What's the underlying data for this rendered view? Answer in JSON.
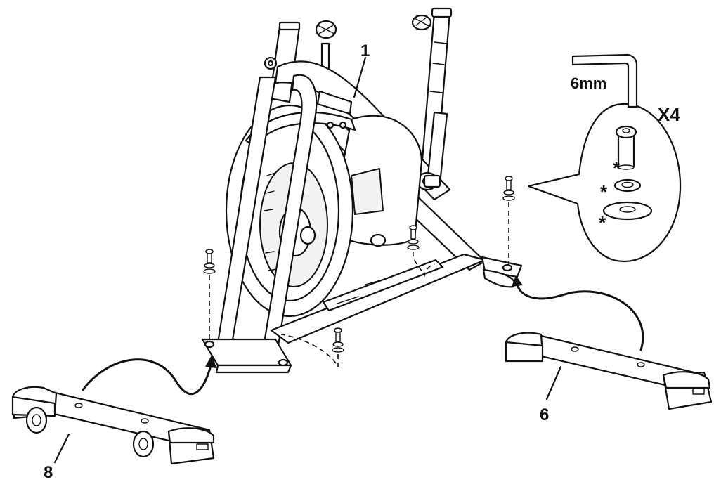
{
  "diagram": {
    "labels": {
      "part_frame": "1",
      "part_rear_stabilizer": "6",
      "part_front_stabilizer": "8",
      "wrench_size": "6mm",
      "quantity": "X4",
      "asterisk_bolt": "*",
      "asterisk_spring_washer": "*",
      "asterisk_flat_washer": "*"
    },
    "hardware": [
      "bolt",
      "spring-washer",
      "flat-washer"
    ],
    "tool": "allen-key-icon"
  }
}
